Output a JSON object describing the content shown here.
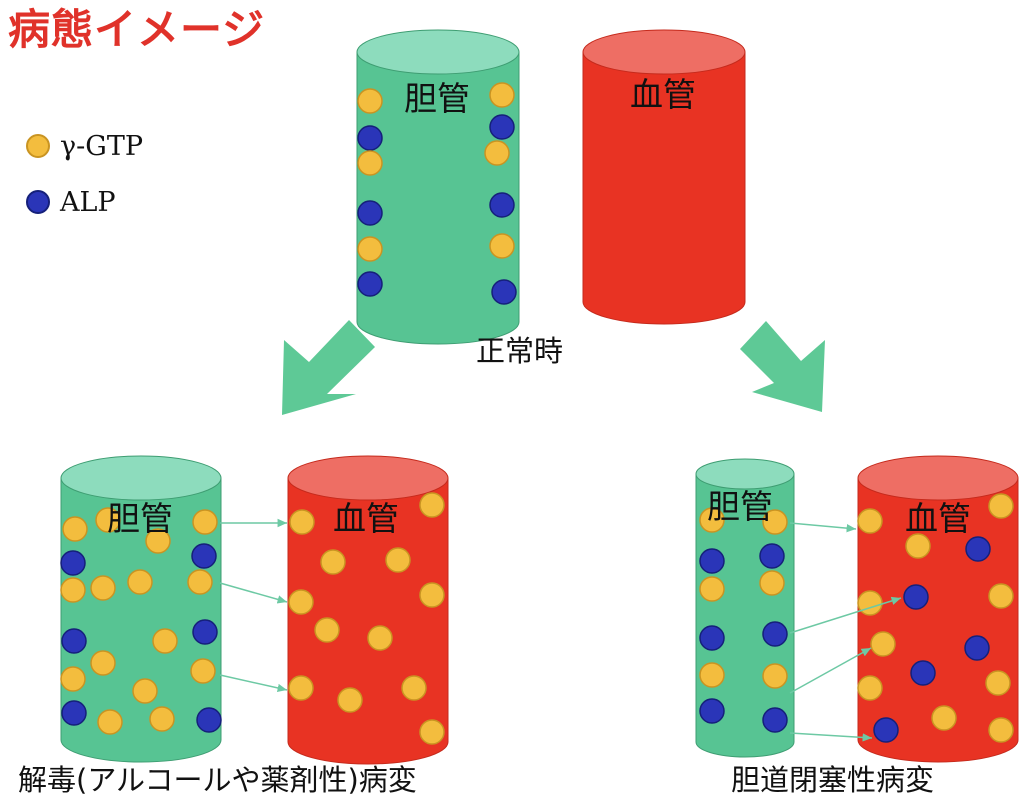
{
  "title": "病態イメージ",
  "legend": [
    {
      "label": "γ-GTP",
      "marker": "gamma_gtp"
    },
    {
      "label": "ALP",
      "marker": "alp"
    }
  ],
  "colors": {
    "title": "#e0322a",
    "bile_body": "#57c493",
    "bile_top": "#8ddcbd",
    "blood_body": "#e83323",
    "blood_top": "#ee6e64",
    "gamma_gtp_fill": "#f3bd3e",
    "gamma_gtp_stroke": "#c99422",
    "alp_fill": "#2a35b8",
    "alp_stroke": "#15207a",
    "arrow": "#5ec996",
    "transport_arrow": "#6dc9a4",
    "text": "#111111"
  },
  "vessels": {
    "bile_duct_label": "胆管",
    "blood_vessel_label": "血管"
  },
  "captions": {
    "normal": "正常時",
    "toxic": "解毒(アルコールや薬剤性)病変",
    "obstruction": "胆道閉塞性病変"
  }
}
